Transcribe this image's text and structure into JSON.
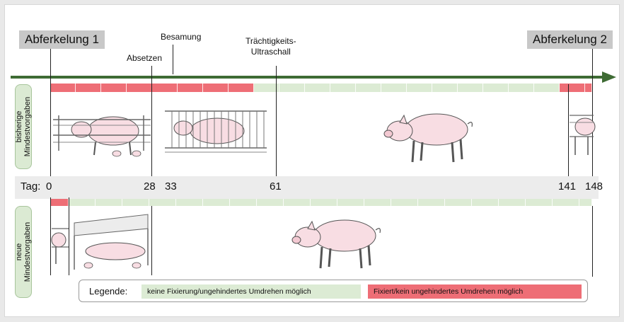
{
  "events": {
    "farrowing1": "Abferkelung 1",
    "farrowing2": "Abferkelung 2",
    "weaning": "Absetzen",
    "insemination": "Besamung",
    "ultrasound_line1": "Trächtigkeits-",
    "ultrasound_line2": "Ultraschall"
  },
  "rows": {
    "old": {
      "label_line1": "bisherige",
      "label_line2": "Mindestvorgaben"
    },
    "new": {
      "label_line1": "neue",
      "label_line2": "Mindestvorgaben"
    }
  },
  "days": {
    "prefix": "Tag:",
    "values": [
      "0",
      "28",
      "33",
      "61",
      "141",
      "148"
    ]
  },
  "legend": {
    "title": "Legende:",
    "free": "keine Fixierung/ungehindertes Umdrehen möglich",
    "fixed": "Fixiert/kein ungehindertes Umdrehen möglich"
  },
  "colors": {
    "arrow": "#3e6b34",
    "fixed": "#ee6e76",
    "free": "#dcebd4",
    "tab_fill": "#dbead3",
    "pig": "#f8dde3"
  }
}
